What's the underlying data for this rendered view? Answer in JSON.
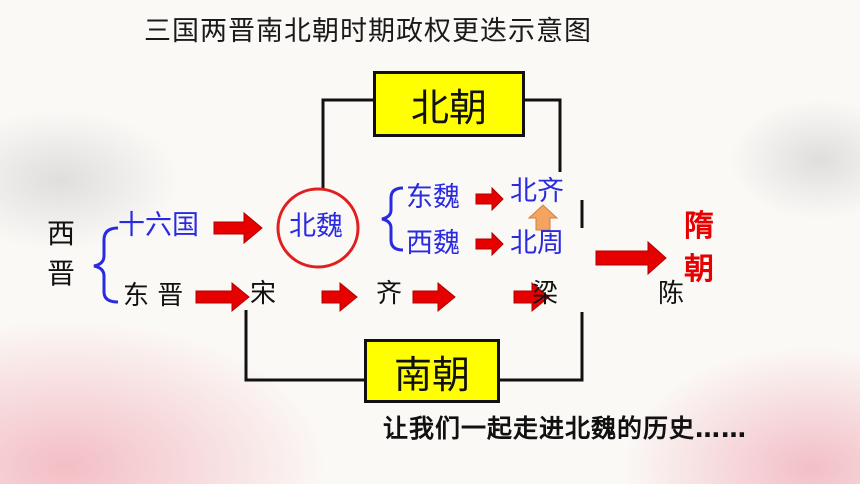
{
  "title": "三国两晋南北朝时期政权更迭示意图",
  "north_box": "北朝",
  "south_box": "南朝",
  "xijin": [
    "西",
    "晋"
  ],
  "north_chain": {
    "shiliuguo": "十六国",
    "beiwei": "北魏",
    "dongwei": "东魏",
    "xiwei": "西魏",
    "beiqi": "北齐",
    "beizhou": "北周"
  },
  "south_chain": {
    "dongjin": "东 晋",
    "song": "宋",
    "qi": "齐",
    "liang": "梁",
    "chen": "陈"
  },
  "sui": [
    "隋",
    "朝"
  ],
  "footer": "让我们一起走进北魏的历史……",
  "colors": {
    "box_fill": "#ffff00",
    "blue_text": "#2a2ae0",
    "red_arrow": "#e60000",
    "orange_arrow": "#f4a460",
    "circle": "#e02020"
  }
}
